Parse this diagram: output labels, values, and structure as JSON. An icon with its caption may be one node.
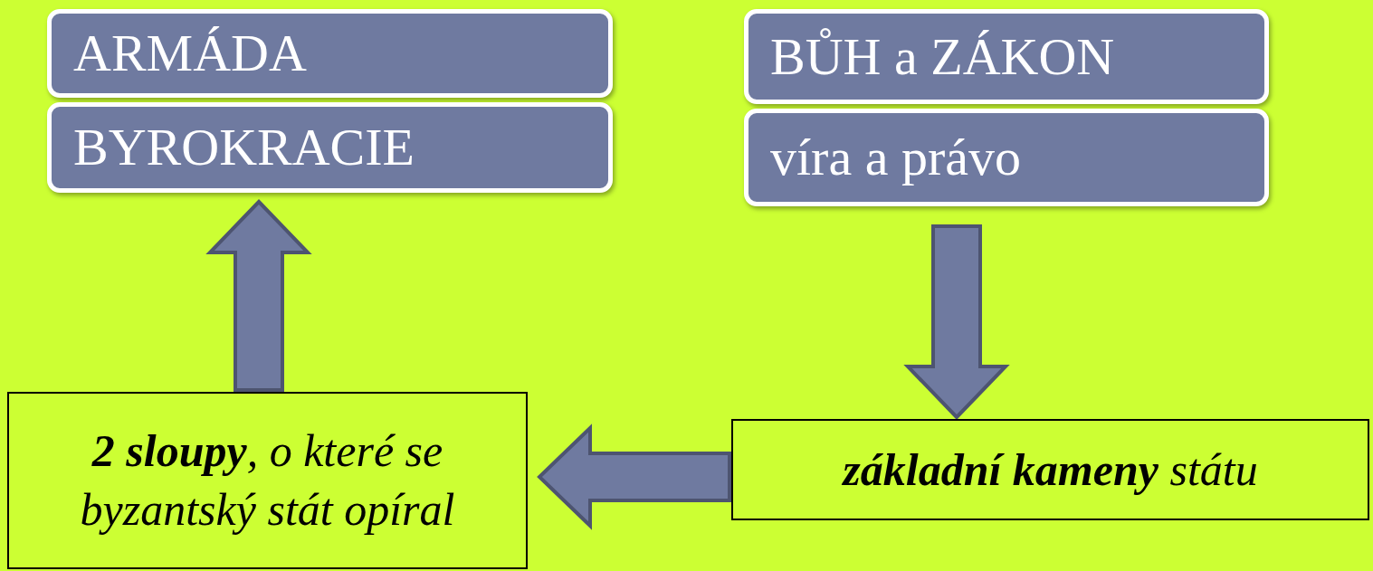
{
  "diagram": {
    "nodes": [
      {
        "text": [
          "ARMÁDA"
        ]
      },
      {
        "text": [
          "BYROKRACIE"
        ]
      },
      {
        "text": [
          "BŮH a ZÁKON"
        ]
      },
      {
        "text": [
          "víra a právo"
        ]
      },
      {
        "text": [
          "**2 sloupy**, o které se byzantský stát opíral"
        ]
      },
      {
        "text": [
          "**základní kameny** státu"
        ]
      }
    ],
    "edges": [
      {
        "from": 4,
        "to": 1,
        "arrow": "to"
      },
      {
        "from": 3,
        "to": 5,
        "arrow": "to"
      },
      {
        "from": 5,
        "to": 4,
        "arrow": "to"
      }
    ]
  }
}
